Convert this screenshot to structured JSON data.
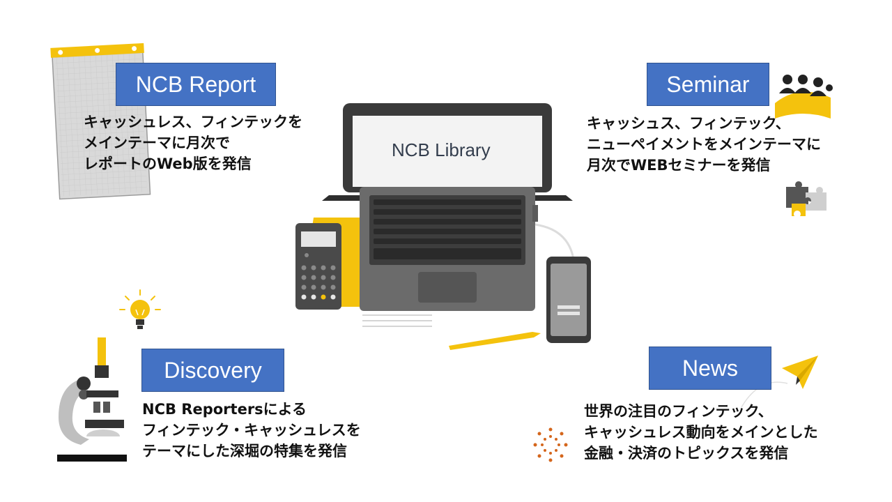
{
  "center": {
    "title": "NCB Library"
  },
  "report": {
    "label": "NCB Report",
    "lines": [
      "キャッシュレス、フィンテックを",
      "メインテーマに月次で",
      "レポートのWeb版を発信"
    ]
  },
  "seminar": {
    "label": "Seminar",
    "lines": [
      "キャッシュス、フィンテック、",
      "ニューペイメントをメインテーマに",
      "月次でWEBセミナーを発信"
    ]
  },
  "discovery": {
    "label": "Discovery",
    "lines": [
      "NCB Reportersによる",
      "フィンテック・キャッシュレスを",
      "テーマにした深堀の特集を発信"
    ]
  },
  "news": {
    "label": "News",
    "lines": [
      "世界の注目のフィンテック、",
      "キャッシュレス動向をメインとした",
      "金融・決済のトピックスを発信"
    ]
  },
  "icons": [
    "notepad-icon",
    "people-icon",
    "puzzle-icon",
    "lightbulb-icon",
    "microscope-icon",
    "paper-plane-icon",
    "sparkle-icon",
    "laptop-icon",
    "calculator-icon",
    "smartphone-icon",
    "pencil-icon"
  ],
  "colors": {
    "accent": "#4472c4",
    "yellow": "#f4c20d",
    "dark_gray": "#555555"
  }
}
